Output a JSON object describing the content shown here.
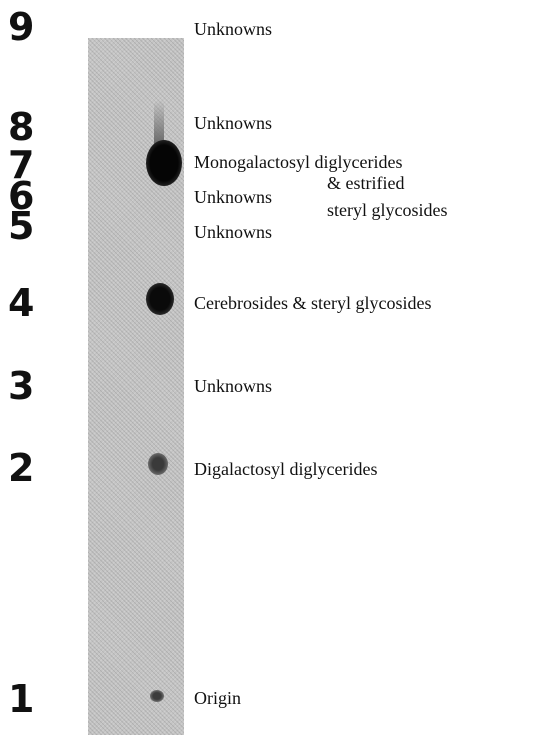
{
  "lane_numbers": [
    "9",
    "8",
    "7",
    "6",
    "5",
    "4",
    "3",
    "2",
    "1"
  ],
  "bands": [
    {
      "text": "Unknowns"
    },
    {
      "text": "Unknowns"
    },
    {
      "text": "Monogalactosyl diglycerides"
    },
    {
      "text": "& estrified"
    },
    {
      "text": "steryl glycosides"
    },
    {
      "text": "Unknowns"
    },
    {
      "text": "Unknowns"
    },
    {
      "text": "Cerebrosides & steryl glycosides"
    },
    {
      "text": "Unknowns"
    },
    {
      "text": "Digalactosyl diglycerides"
    },
    {
      "text": "Origin"
    }
  ],
  "colors": {
    "strip": "#c4c4c4",
    "spot": "#111111",
    "text": "#111111"
  }
}
